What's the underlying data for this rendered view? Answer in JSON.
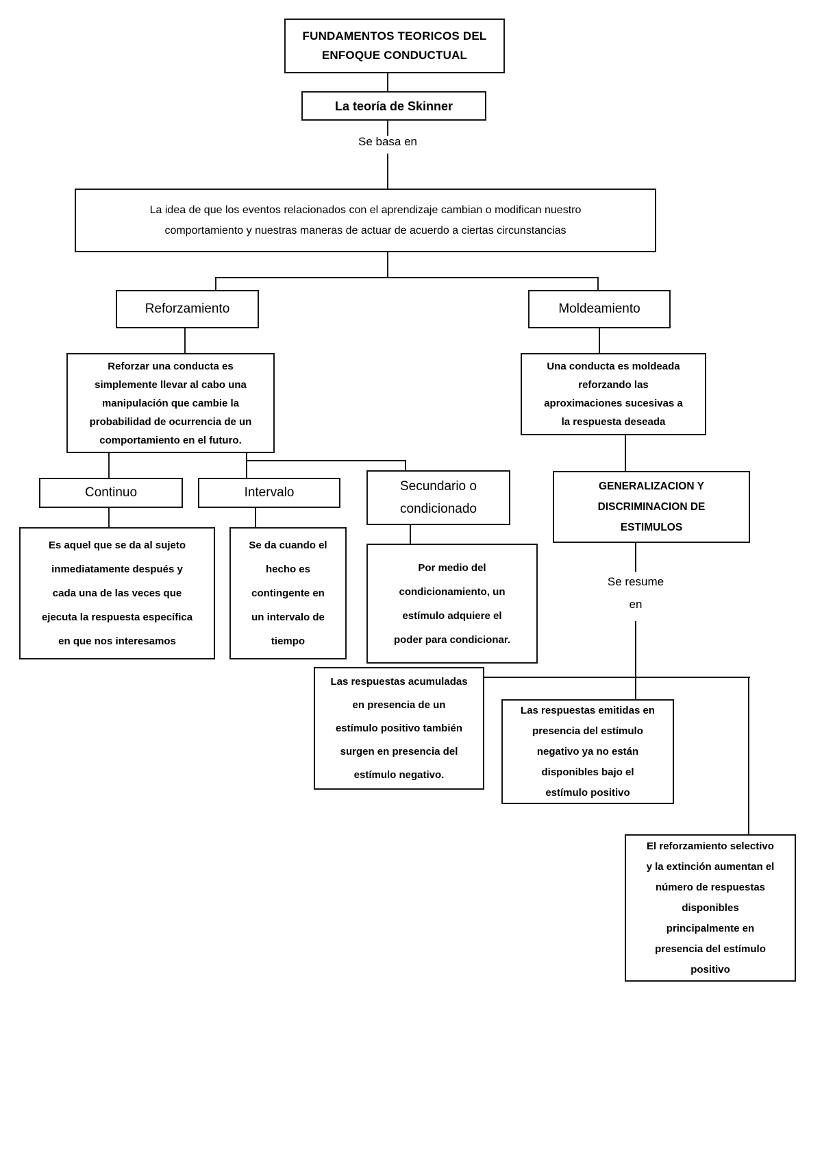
{
  "diagram": {
    "title_box": "FUNDAMENTOS TEORICOS DEL\nENFOQUE CONDUCTUAL",
    "skinner_box": "La teoría de Skinner",
    "connector_labels": {
      "se_basa_en": "Se basa en",
      "se_resume": "Se resume",
      "en": "en"
    },
    "idea_box": "La idea de que los eventos relacionados con el aprendizaje cambian o modifican nuestro\ncomportamiento y nuestras maneras de actuar de acuerdo a ciertas circunstancias",
    "reforzamiento": {
      "title": "Reforzamiento",
      "description": "Reforzar una conducta es\nsimplemente llevar al cabo una\nmanipulación que cambie la\nprobabilidad de ocurrencia de un\ncomportamiento en el futuro."
    },
    "moldeamiento": {
      "title": "Moldeamiento",
      "description": "Una conducta es moldeada\nreforzando las\naproximaciones sucesivas a\nla respuesta deseada"
    },
    "continuo": {
      "title": "Continuo",
      "description": "Es aquel que se da al sujeto\ninmediatamente después y\ncada una de las veces que\nejecuta la respuesta específica\nen que nos interesamos"
    },
    "intervalo": {
      "title": "Intervalo",
      "description": "Se da cuando el\nhecho es\ncontingente en\nun intervalo de\ntiempo"
    },
    "secundario": {
      "title": "Secundario o\ncondicionado",
      "description": "Por medio del\ncondicionamiento, un\nestímulo adquiere el\npoder para condicionar."
    },
    "generalizacion_box": "GENERALIZACION Y\nDISCRIMINACION DE\nESTIMULOS",
    "resumen": {
      "left": "Las respuestas acumuladas\nen presencia de un\nestímulo positivo también\nsurgen en presencia del\nestímulo negativo.",
      "middle": "Las respuestas emitidas en\npresencia del estímulo\nnegativo ya no están\ndisponibles bajo el\nestímulo positivo",
      "right": "El reforzamiento selectivo\ny la extinción aumentan el\nnúmero de respuestas\ndisponibles\nprincipalmente en\npresencia del estímulo\npositivo"
    },
    "colors": {
      "border": "#161616",
      "text": "#000000",
      "background": "#ffffff"
    }
  }
}
